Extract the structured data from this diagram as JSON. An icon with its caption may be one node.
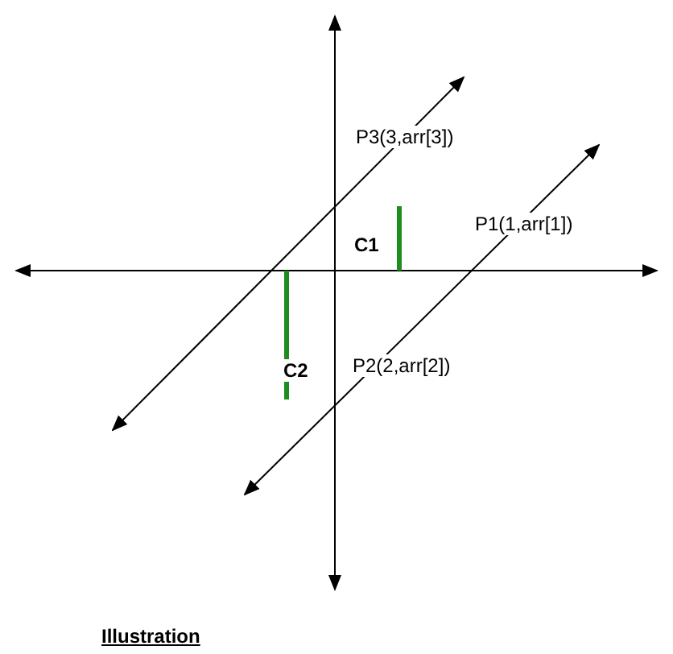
{
  "diagram": {
    "caption": "Illustration",
    "labels": [
      "P3(3,arr[3])",
      "C1",
      "P1(1,arr[1])",
      "C2",
      "P2(2,arr[2])"
    ]
  }
}
